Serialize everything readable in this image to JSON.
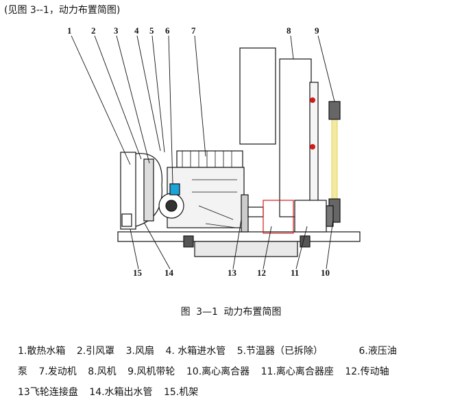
{
  "header_note": "(见图 3--1，动力布置简图)",
  "figure": {
    "callouts": [
      "1",
      "2",
      "3",
      "4",
      "5",
      "6",
      "7",
      "8",
      "9",
      "15",
      "14",
      "13",
      "12",
      "11",
      "10"
    ],
    "caption": "图 3—1    动力布置简图"
  },
  "legend": {
    "items": [
      "1.散热水箱",
      "2.引风罩",
      "3.风扇",
      "4. 水箱进水管",
      "5.节温器（已拆除）",
      "6.液压油",
      "泵",
      "7.发动机",
      "8.风机",
      "9.风机带轮",
      "10.离心离合器",
      "11.离心离合器座",
      "12.传动轴",
      "13飞轮连接盘",
      "14.水箱出水管",
      "15.机架"
    ]
  },
  "colors": {
    "line": "#111111",
    "highlight_red": "#d11a1a",
    "belt_yellow": "#e8d86a",
    "pump_blue": "#1aa3d9"
  }
}
